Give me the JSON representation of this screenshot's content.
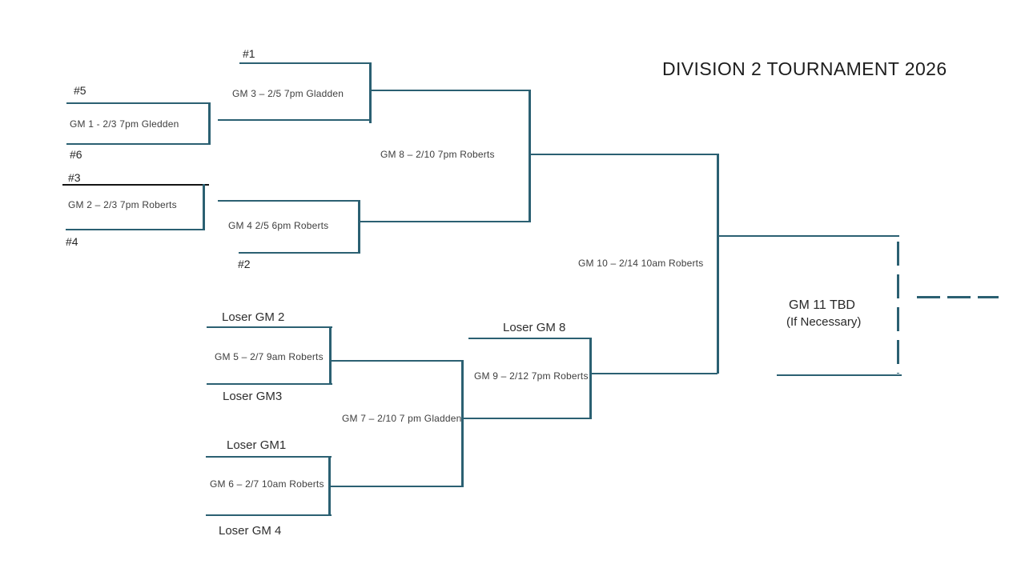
{
  "title": "DIVISION 2 TOURNAMENT 2026",
  "colors": {
    "bracket_line": "#2b6072",
    "seed3_line_black": "#141414"
  },
  "winners_bracket": {
    "seeds": {
      "s1": "#1",
      "s2": "#2",
      "s3": "#3",
      "s4": "#4",
      "s5": "#5",
      "s6": "#6"
    },
    "game1": "GM 1 -  2/3 7pm Gledden",
    "game2": "GM 2 – 2/3 7pm Roberts",
    "game3": "GM 3 – 2/5 7pm Gladden",
    "game4": "GM 4 2/5  6pm Roberts",
    "game8": "GM 8 – 2/10 7pm Roberts",
    "game10": "GM 10 – 2/14 10am Roberts"
  },
  "losers_bracket": {
    "feeders": {
      "loser_gm2": "Loser GM 2",
      "loser_gm3": "Loser GM3",
      "loser_gm1": "Loser GM1",
      "loser_gm4": "Loser GM 4",
      "loser_gm8": "Loser GM 8"
    },
    "game5": "GM 5 – 2/7 9am Roberts",
    "game6": "GM 6 – 2/7 10am Roberts",
    "game7": "GM 7 – 2/10 7 pm Gladden",
    "game9": "GM 9 – 2/12 7pm Roberts"
  },
  "championship": {
    "game11_title": "GM 11 TBD",
    "game11_note": "(If Necessary)"
  }
}
